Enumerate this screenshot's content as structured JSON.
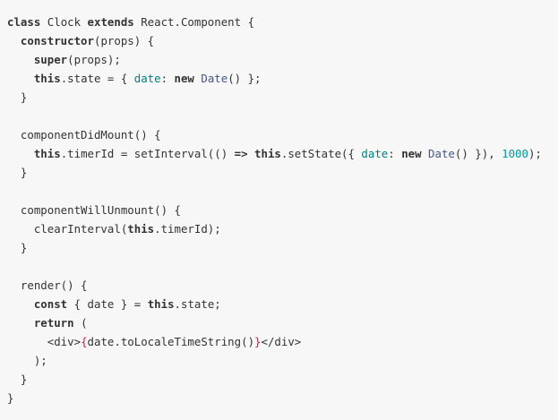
{
  "code": {
    "lines": [
      [
        {
          "t": "class",
          "c": "kw"
        },
        {
          "t": " Clock ",
          "c": ""
        },
        {
          "t": "extends",
          "c": "kw"
        },
        {
          "t": " React.Component {",
          "c": ""
        }
      ],
      [
        {
          "t": "  ",
          "c": ""
        },
        {
          "t": "constructor",
          "c": "kw"
        },
        {
          "t": "(props) {",
          "c": ""
        }
      ],
      [
        {
          "t": "    ",
          "c": ""
        },
        {
          "t": "super",
          "c": "kw"
        },
        {
          "t": "(props);",
          "c": ""
        }
      ],
      [
        {
          "t": "    ",
          "c": ""
        },
        {
          "t": "this",
          "c": "kw"
        },
        {
          "t": ".state = { ",
          "c": ""
        },
        {
          "t": "date",
          "c": "prop"
        },
        {
          "t": ": ",
          "c": ""
        },
        {
          "t": "new",
          "c": "kw"
        },
        {
          "t": " ",
          "c": ""
        },
        {
          "t": "Date",
          "c": "cls"
        },
        {
          "t": "() };",
          "c": ""
        }
      ],
      [
        {
          "t": "  }",
          "c": ""
        }
      ],
      [
        {
          "t": "",
          "c": ""
        }
      ],
      [
        {
          "t": "  componentDidMount() {",
          "c": ""
        }
      ],
      [
        {
          "t": "    ",
          "c": ""
        },
        {
          "t": "this",
          "c": "kw"
        },
        {
          "t": ".timerId = setInterval(() ",
          "c": ""
        },
        {
          "t": "=>",
          "c": "kw"
        },
        {
          "t": " ",
          "c": ""
        },
        {
          "t": "this",
          "c": "kw"
        },
        {
          "t": ".setState({ ",
          "c": ""
        },
        {
          "t": "date",
          "c": "prop"
        },
        {
          "t": ": ",
          "c": ""
        },
        {
          "t": "new",
          "c": "kw"
        },
        {
          "t": " ",
          "c": ""
        },
        {
          "t": "Date",
          "c": "cls"
        },
        {
          "t": "() }), ",
          "c": ""
        },
        {
          "t": "1000",
          "c": "num"
        },
        {
          "t": ");",
          "c": ""
        }
      ],
      [
        {
          "t": "  }",
          "c": ""
        }
      ],
      [
        {
          "t": "",
          "c": ""
        }
      ],
      [
        {
          "t": "  componentWillUnmount() {",
          "c": ""
        }
      ],
      [
        {
          "t": "    clearInterval(",
          "c": ""
        },
        {
          "t": "this",
          "c": "kw"
        },
        {
          "t": ".timerId);",
          "c": ""
        }
      ],
      [
        {
          "t": "  }",
          "c": ""
        }
      ],
      [
        {
          "t": "",
          "c": ""
        }
      ],
      [
        {
          "t": "  render() {",
          "c": ""
        }
      ],
      [
        {
          "t": "    ",
          "c": ""
        },
        {
          "t": "const",
          "c": "kw"
        },
        {
          "t": " { date } = ",
          "c": ""
        },
        {
          "t": "this",
          "c": "kw"
        },
        {
          "t": ".state;",
          "c": ""
        }
      ],
      [
        {
          "t": "    ",
          "c": ""
        },
        {
          "t": "return",
          "c": "kw"
        },
        {
          "t": " (",
          "c": ""
        }
      ],
      [
        {
          "t": "      <div>",
          "c": ""
        },
        {
          "t": "{",
          "c": "jsx"
        },
        {
          "t": "date.toLocaleTimeString()",
          "c": ""
        },
        {
          "t": "}",
          "c": "jsx"
        },
        {
          "t": "</div>",
          "c": ""
        }
      ],
      [
        {
          "t": "    );",
          "c": ""
        }
      ],
      [
        {
          "t": "  }",
          "c": ""
        }
      ],
      [
        {
          "t": "}",
          "c": ""
        }
      ]
    ]
  }
}
